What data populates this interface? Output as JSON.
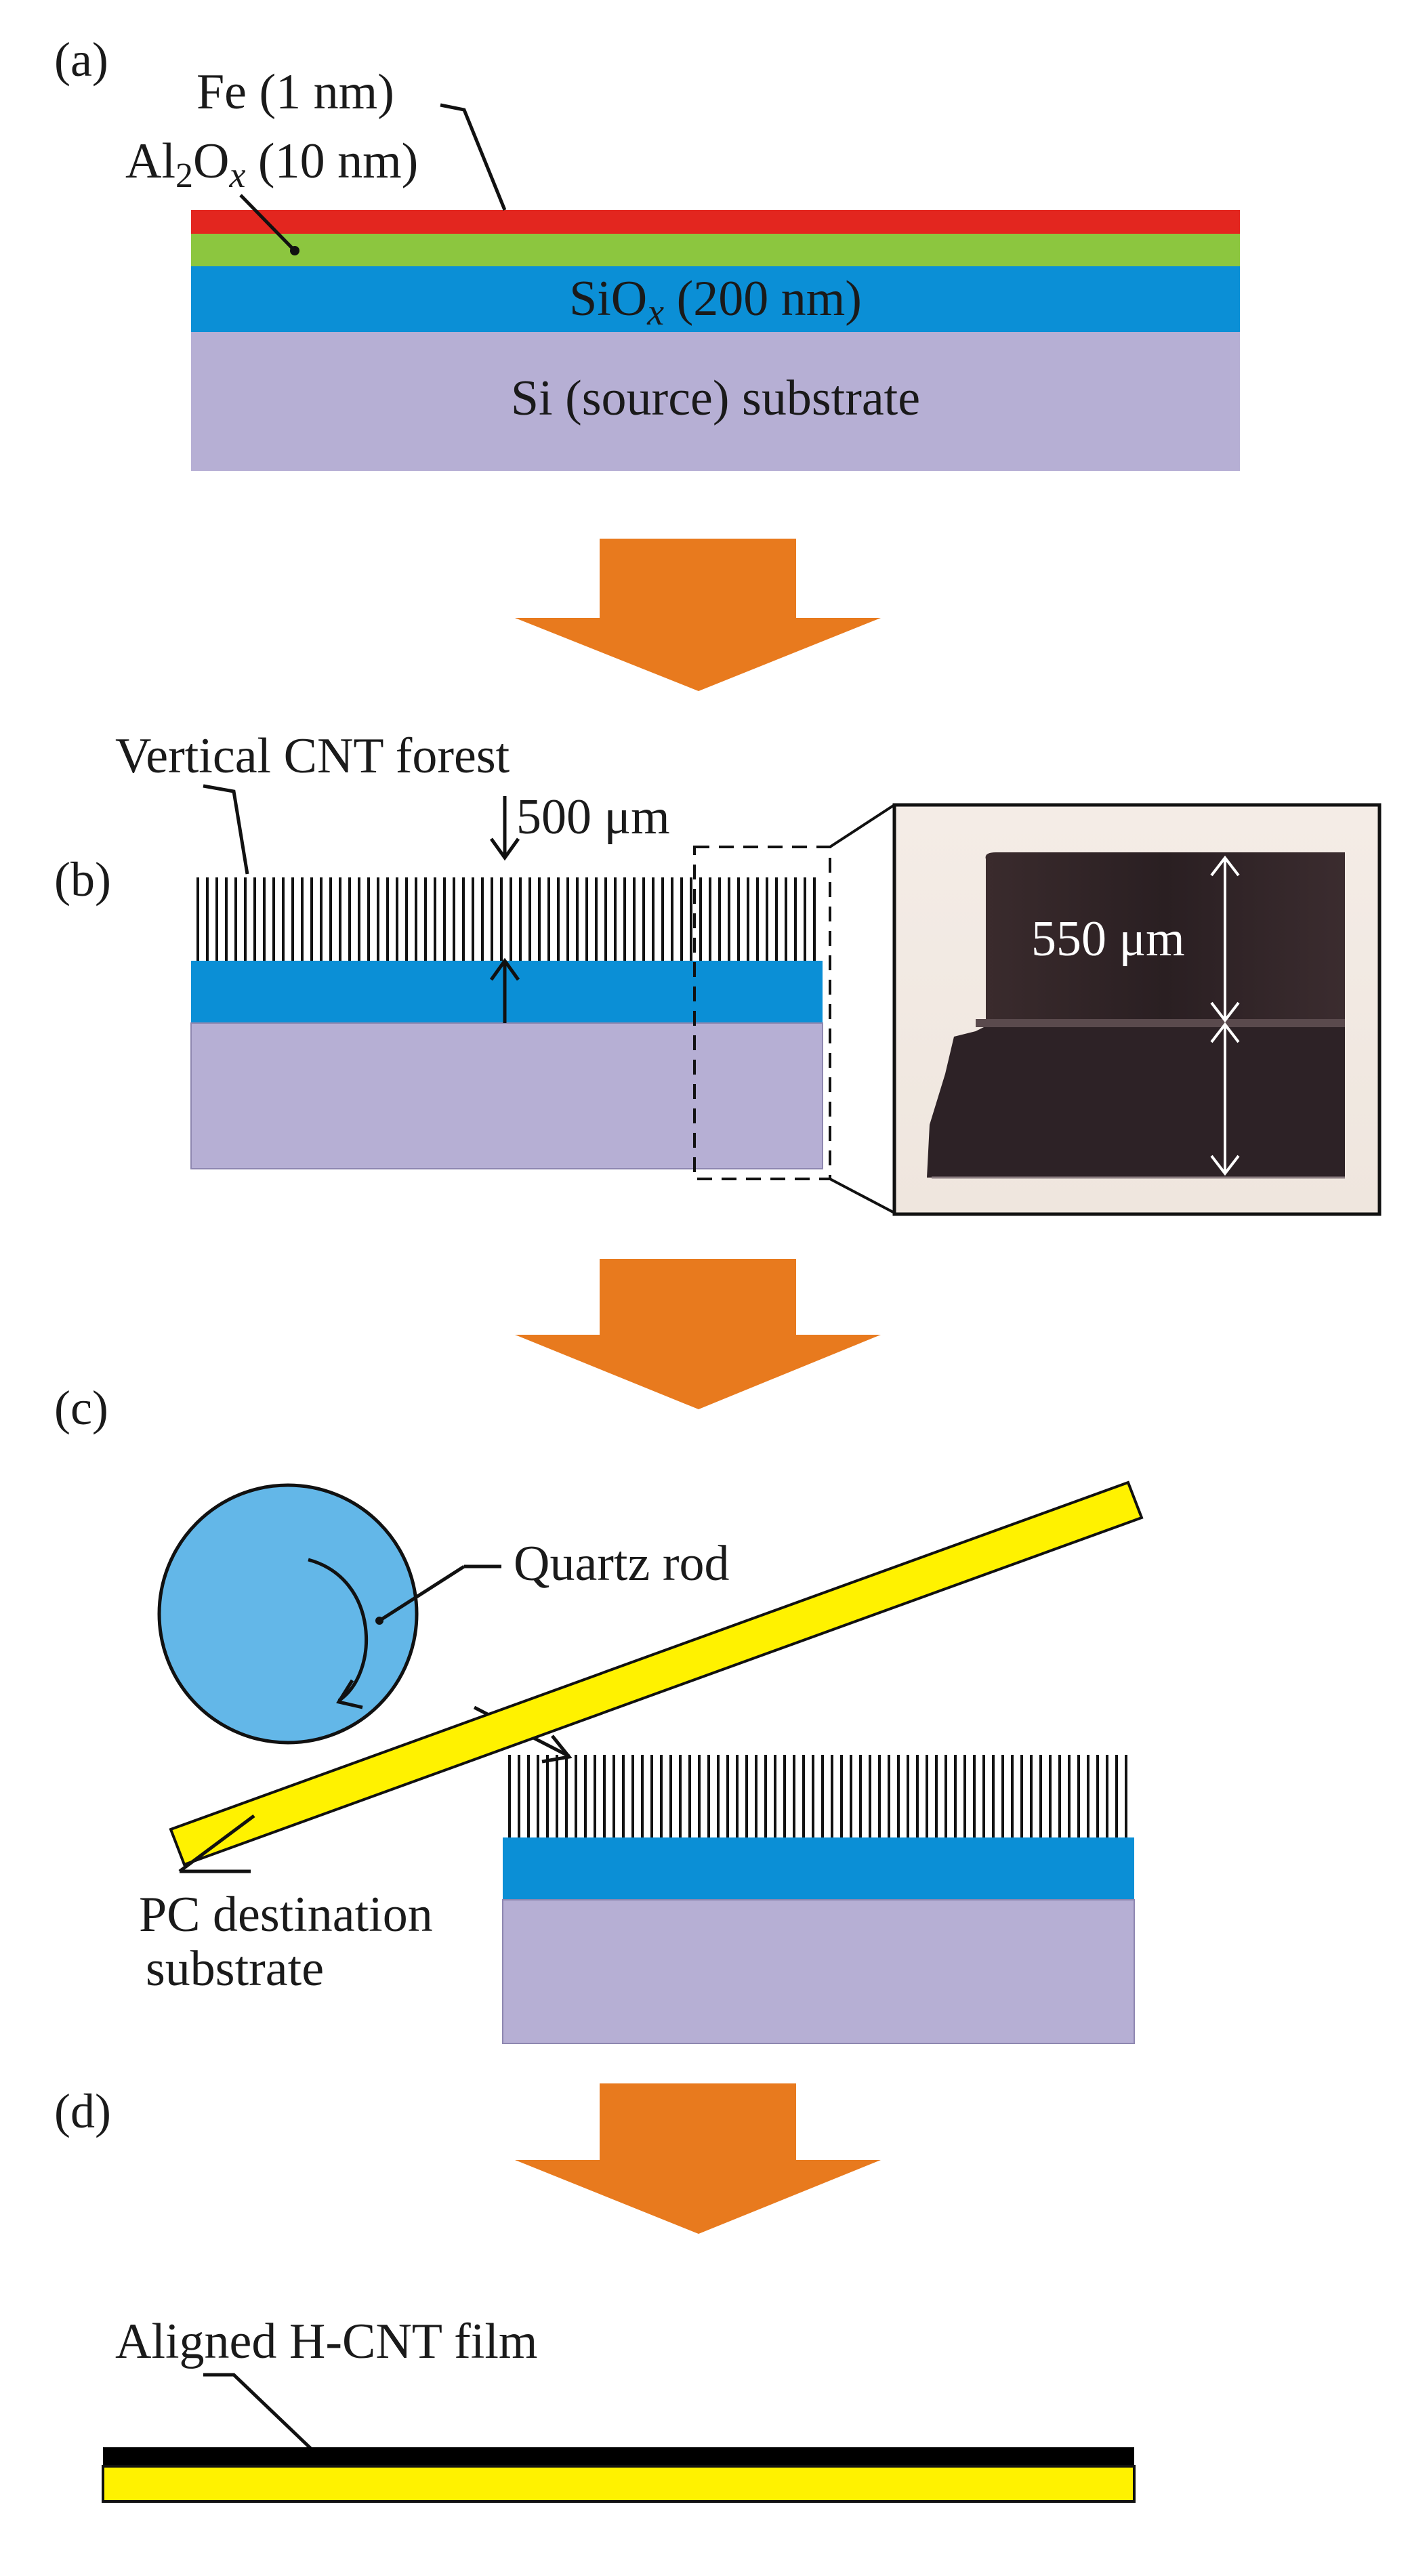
{
  "panels": {
    "a": "(a)",
    "b": "(b)",
    "c": "(c)",
    "d": "(d)"
  },
  "layers_a": {
    "fe_label": "Fe (1 nm)",
    "al_label_prefix": "Al",
    "al_label_sub": "2",
    "al_label_o": "O",
    "al_label_x": "x",
    "al_label_suffix": " (10 nm)",
    "sio_prefix": "SiO",
    "sio_x": "x",
    "sio_suffix": " (200 nm)",
    "si_label": "Si (source) substrate"
  },
  "panel_b": {
    "forest_label": "Vertical CNT forest",
    "height_label": "500 μm",
    "inset_label": "550 μm"
  },
  "panel_c": {
    "rod_label": "Quartz rod",
    "pc_label_line1": "PC destination",
    "pc_label_line2": "substrate"
  },
  "panel_d": {
    "film_label": "Aligned H-CNT film"
  },
  "colors": {
    "fe": "#e3261f",
    "al2ox": "#8cc63f",
    "siox": "#0b8fd6",
    "si": "#b6afd4",
    "arrow": "#e87a1e",
    "rod": "#63b7e8",
    "pc": "#fff200",
    "film": "#000000"
  }
}
